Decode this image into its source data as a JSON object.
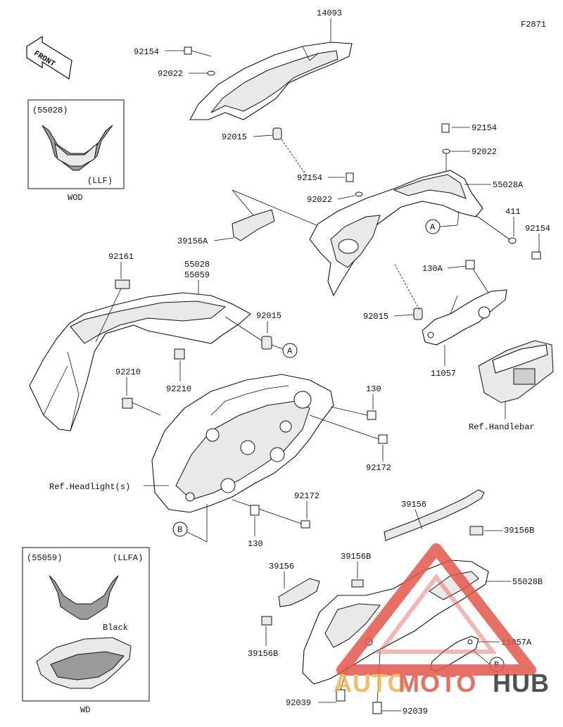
{
  "figure_code": "F2871",
  "front_label": "FRONT",
  "parts": {
    "p14093": "14093",
    "p92154_a": "92154",
    "p92022_a": "92022",
    "p92015_a": "92015",
    "p92154_b": "92154",
    "p92022_b": "92022",
    "p92154_c": "92154",
    "p92022_c": "92022",
    "p55028A": "55028A",
    "p411": "411",
    "p92154_d": "92154",
    "p39156A": "39156A",
    "p130A": "130A",
    "p92015_b": "92015",
    "p11057": "11057",
    "p92161": "92161",
    "p55028": "55028",
    "p55059": "55059",
    "p92015_c": "92015",
    "p92210_a": "92210",
    "p92210_b": "92210",
    "p130_a": "130",
    "p92172_a": "92172",
    "p92172_b": "92172",
    "p130_b": "130",
    "p39156_a": "39156",
    "p39156B_a": "39156B",
    "p39156_b": "39156",
    "p39156B_b": "39156B",
    "p55028B": "55028B",
    "p39156B_c": "39156B",
    "p11057A": "11057A",
    "p92039_a": "92039",
    "p92039_b": "92039"
  },
  "refs": {
    "handlebar": "Ref.Handlebar",
    "headlight": "Ref.Headlight(s)"
  },
  "callouts": {
    "a1": "A",
    "a2": "A",
    "b1": "B",
    "b2": "B"
  },
  "inset_top": {
    "code": "(55028)",
    "variant": "(LLF)",
    "caption": "WOD"
  },
  "inset_bottom": {
    "code": "(55059)",
    "variant": "(LLFA)",
    "color_note": "Black",
    "caption": "WD"
  },
  "watermark": {
    "text_auto": "AUTO",
    "text_moto": "MOTO",
    "text_hub": "HUB",
    "color_primary": "#e2574c",
    "color_secondary": "#f2b24a",
    "color_dark": "#333333"
  }
}
